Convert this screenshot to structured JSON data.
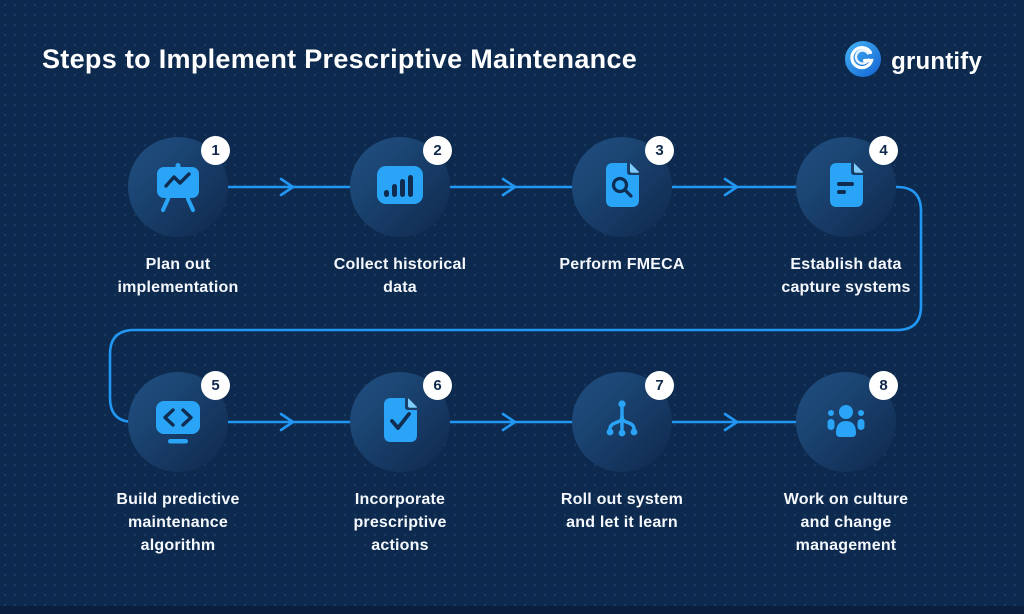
{
  "canvas": {
    "background": "#0d2a4e",
    "icon_accent": "#2aa4f7",
    "line_accent": "#2196f3",
    "badge_bg": "#ffffff",
    "badge_text": "#10294b",
    "text_color": "#ffffff"
  },
  "header": {
    "title": "Steps to Implement Prescriptive Maintenance",
    "brand": "gruntify",
    "brand_icon": "gruntify-logo-icon"
  },
  "steps": [
    {
      "number": "1",
      "icon": "presentation-chart-icon",
      "label": "Plan out implementation",
      "lines": [
        "Plan out",
        "implementation"
      ]
    },
    {
      "number": "2",
      "icon": "bar-chart-icon",
      "label": "Collect historical data",
      "lines": [
        "Collect historical",
        "data"
      ]
    },
    {
      "number": "3",
      "icon": "document-search-icon",
      "label": "Perform FMECA",
      "lines": [
        "Perform FMECA"
      ]
    },
    {
      "number": "4",
      "icon": "document-lines-icon",
      "label": "Establish data capture systems",
      "lines": [
        "Establish data",
        "capture systems"
      ]
    },
    {
      "number": "5",
      "icon": "code-screen-icon",
      "label": "Build predictive maintenance algorithm",
      "lines": [
        "Build predictive",
        "maintenance",
        "algorithm"
      ]
    },
    {
      "number": "6",
      "icon": "document-check-icon",
      "label": "Incorporate prescriptive actions",
      "lines": [
        "Incorporate",
        "prescriptive",
        "actions"
      ]
    },
    {
      "number": "7",
      "icon": "branch-icon",
      "label": "Roll out system and let it learn",
      "lines": [
        "Roll out system",
        "and let it learn"
      ]
    },
    {
      "number": "8",
      "icon": "team-icon",
      "label": "Work on culture and change management",
      "lines": [
        "Work on culture",
        "and change",
        "management"
      ]
    }
  ]
}
